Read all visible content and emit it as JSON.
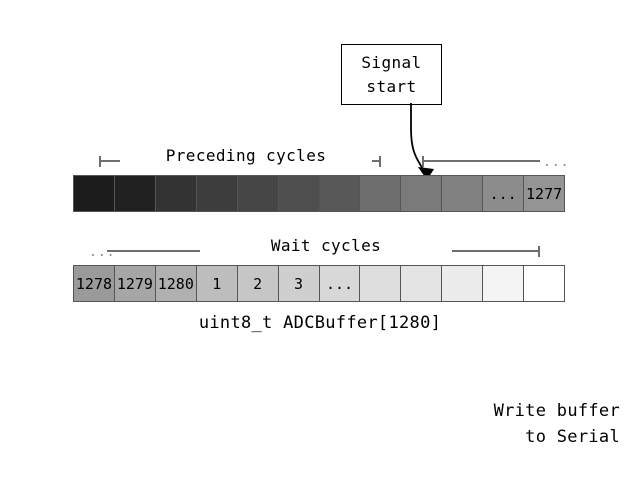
{
  "diagram": {
    "callout": {
      "line1": "Signal",
      "line2": "start"
    },
    "brackets": {
      "preceding": {
        "label": "Preceding cycles"
      },
      "signal_span": {
        "dots": "..."
      },
      "wait": {
        "label": "Wait cycles",
        "dots": "..."
      }
    },
    "buffer_top": {
      "cells": [
        {
          "label": "",
          "shade": "#1c1c1c"
        },
        {
          "label": "",
          "shade": "#212121"
        },
        {
          "label": "",
          "shade": "#333333"
        },
        {
          "label": "",
          "shade": "#3d3d3d"
        },
        {
          "label": "",
          "shade": "#464646"
        },
        {
          "label": "",
          "shade": "#4e4e4e"
        },
        {
          "label": "",
          "shade": "#585858"
        },
        {
          "label": "",
          "shade": "#6e6e6e"
        },
        {
          "label": "",
          "shade": "#7a7a7a"
        },
        {
          "label": "",
          "shade": "#818181"
        },
        {
          "label": "...",
          "shade": "#8c8c8c"
        },
        {
          "label": "1277",
          "shade": "#949494"
        }
      ]
    },
    "buffer_bottom": {
      "cells": [
        {
          "label": "1278",
          "shade": "#9a9a9a"
        },
        {
          "label": "1279",
          "shade": "#a6a6a6"
        },
        {
          "label": "1280",
          "shade": "#b0b0b0"
        },
        {
          "label": "1",
          "shade": "#bdbdbd"
        },
        {
          "label": "2",
          "shade": "#c6c6c6"
        },
        {
          "label": "3",
          "shade": "#cfcfcf"
        },
        {
          "label": "...",
          "shade": "#d8d8d8"
        },
        {
          "label": "",
          "shade": "#dedede"
        },
        {
          "label": "",
          "shade": "#e4e4e4"
        },
        {
          "label": "",
          "shade": "#ececec"
        },
        {
          "label": "",
          "shade": "#f4f4f4"
        },
        {
          "label": "",
          "shade": "#ffffff"
        }
      ]
    },
    "caption": "uint8_t ADCBuffer[1280]",
    "write_note": {
      "line1": "Write buffer",
      "line2": "to Serial"
    }
  }
}
